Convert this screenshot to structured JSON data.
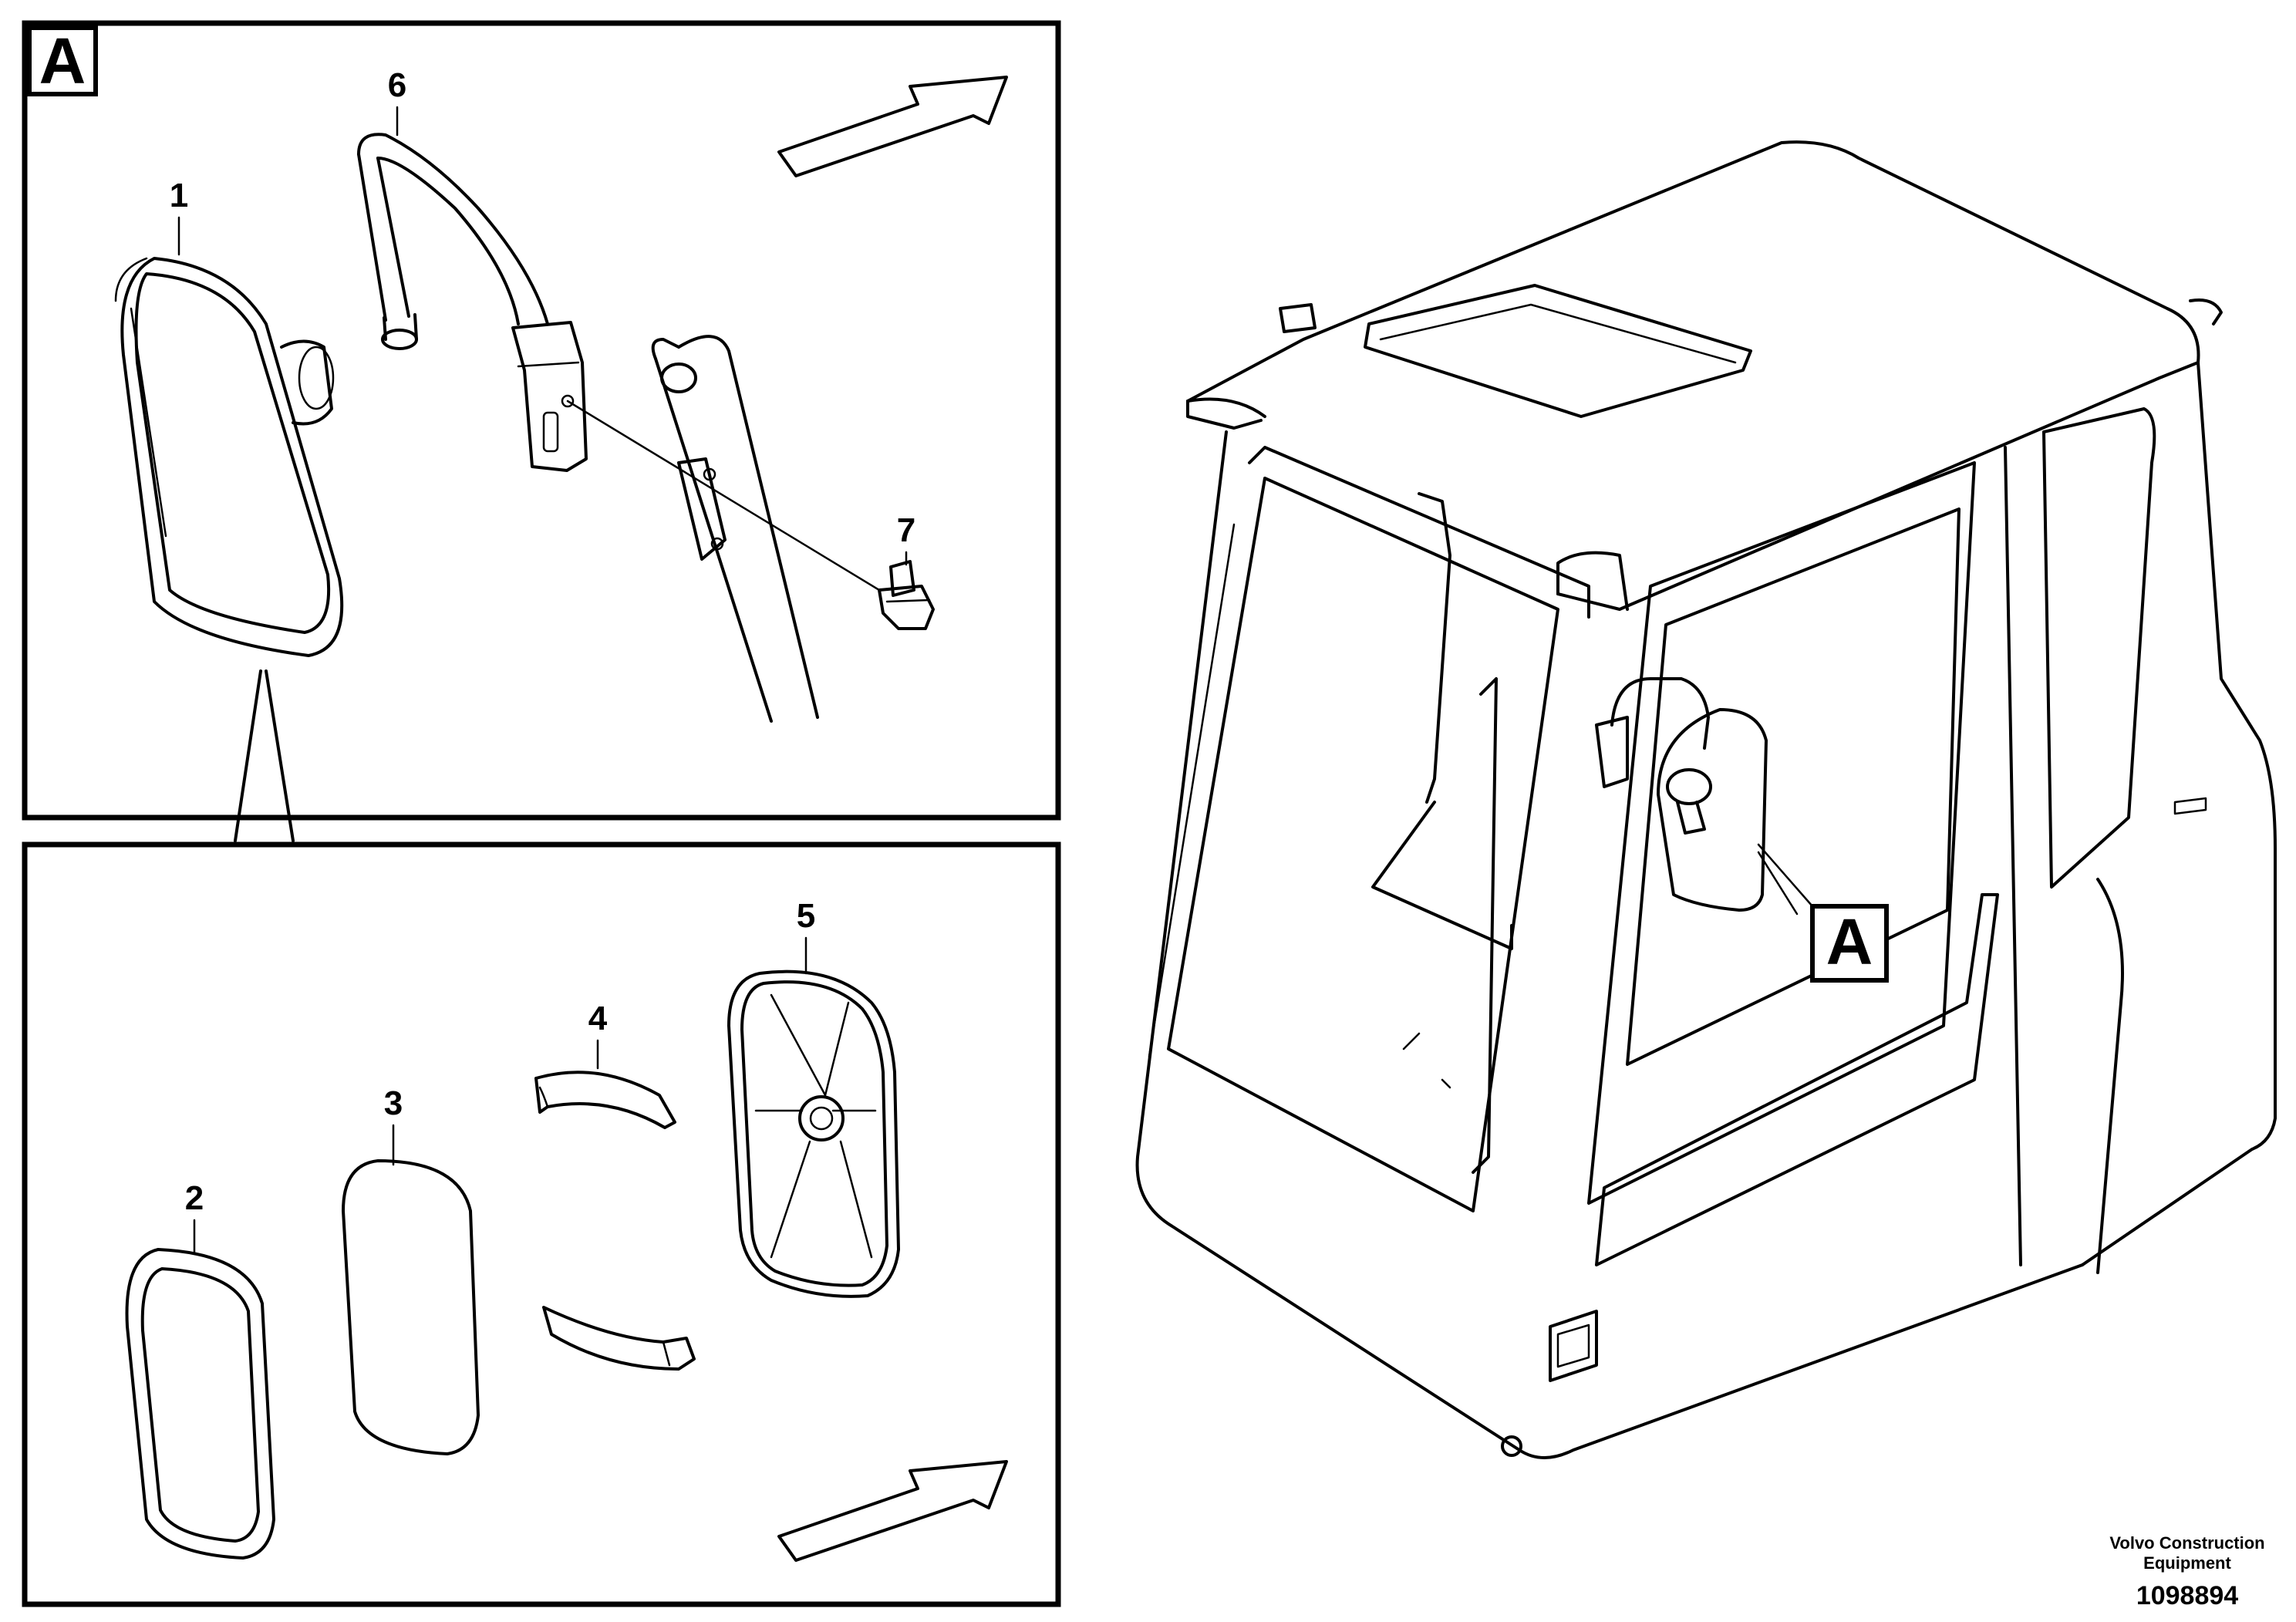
{
  "views": {
    "top": "A",
    "callout": "A"
  },
  "parts": [
    {
      "id": "1"
    },
    {
      "id": "2"
    },
    {
      "id": "3"
    },
    {
      "id": "4"
    },
    {
      "id": "5"
    },
    {
      "id": "6"
    },
    {
      "id": "7"
    }
  ],
  "footer": {
    "manufacturer_line1": "Volvo Construction",
    "manufacturer_line2": "Equipment",
    "document_number": "1098894"
  }
}
